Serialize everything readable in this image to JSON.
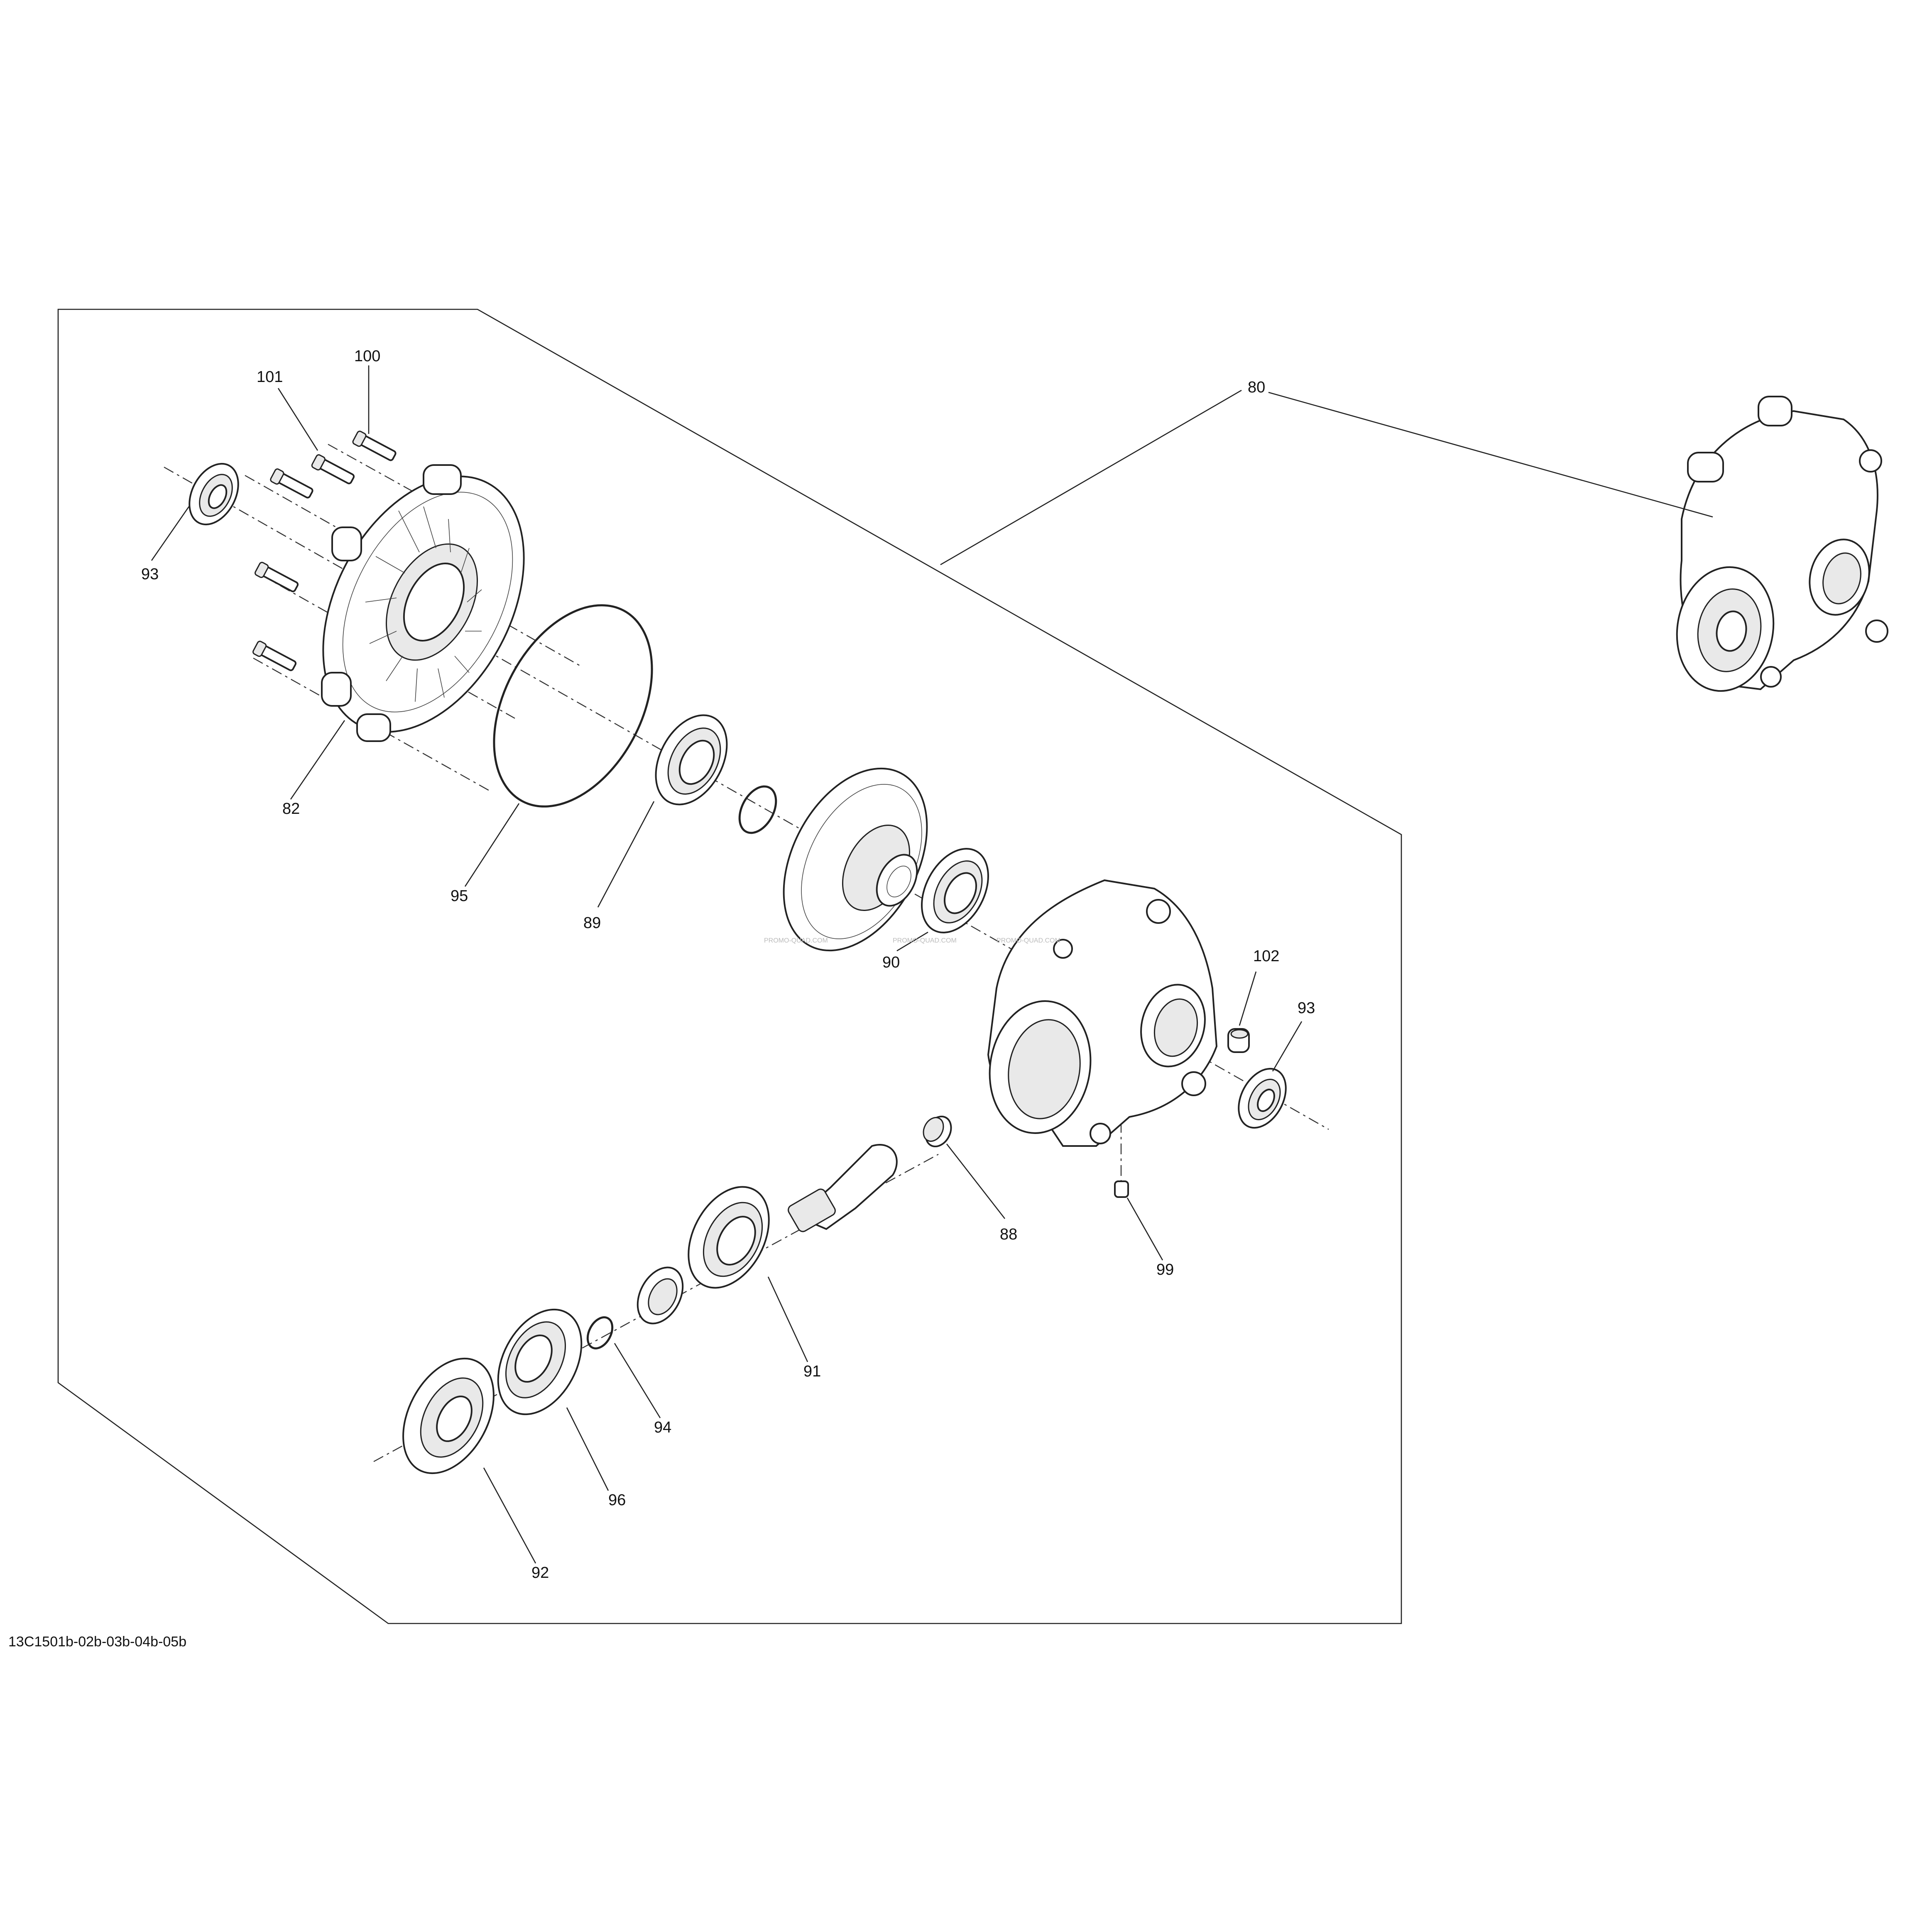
{
  "reference_code": "13C1501b-02b-03b-04b-05b",
  "watermark": "PROMO-QUAD.COM",
  "callouts": [
    {
      "id": "80",
      "label": "80"
    },
    {
      "id": "82",
      "label": "82"
    },
    {
      "id": "88",
      "label": "88"
    },
    {
      "id": "89",
      "label": "89"
    },
    {
      "id": "90",
      "label": "90"
    },
    {
      "id": "91",
      "label": "91"
    },
    {
      "id": "92",
      "label": "92"
    },
    {
      "id": "93a",
      "label": "93"
    },
    {
      "id": "93b",
      "label": "93"
    },
    {
      "id": "94",
      "label": "94"
    },
    {
      "id": "95",
      "label": "95"
    },
    {
      "id": "96",
      "label": "96"
    },
    {
      "id": "99",
      "label": "99"
    },
    {
      "id": "100",
      "label": "100"
    },
    {
      "id": "101",
      "label": "101"
    },
    {
      "id": "102",
      "label": "102"
    }
  ]
}
